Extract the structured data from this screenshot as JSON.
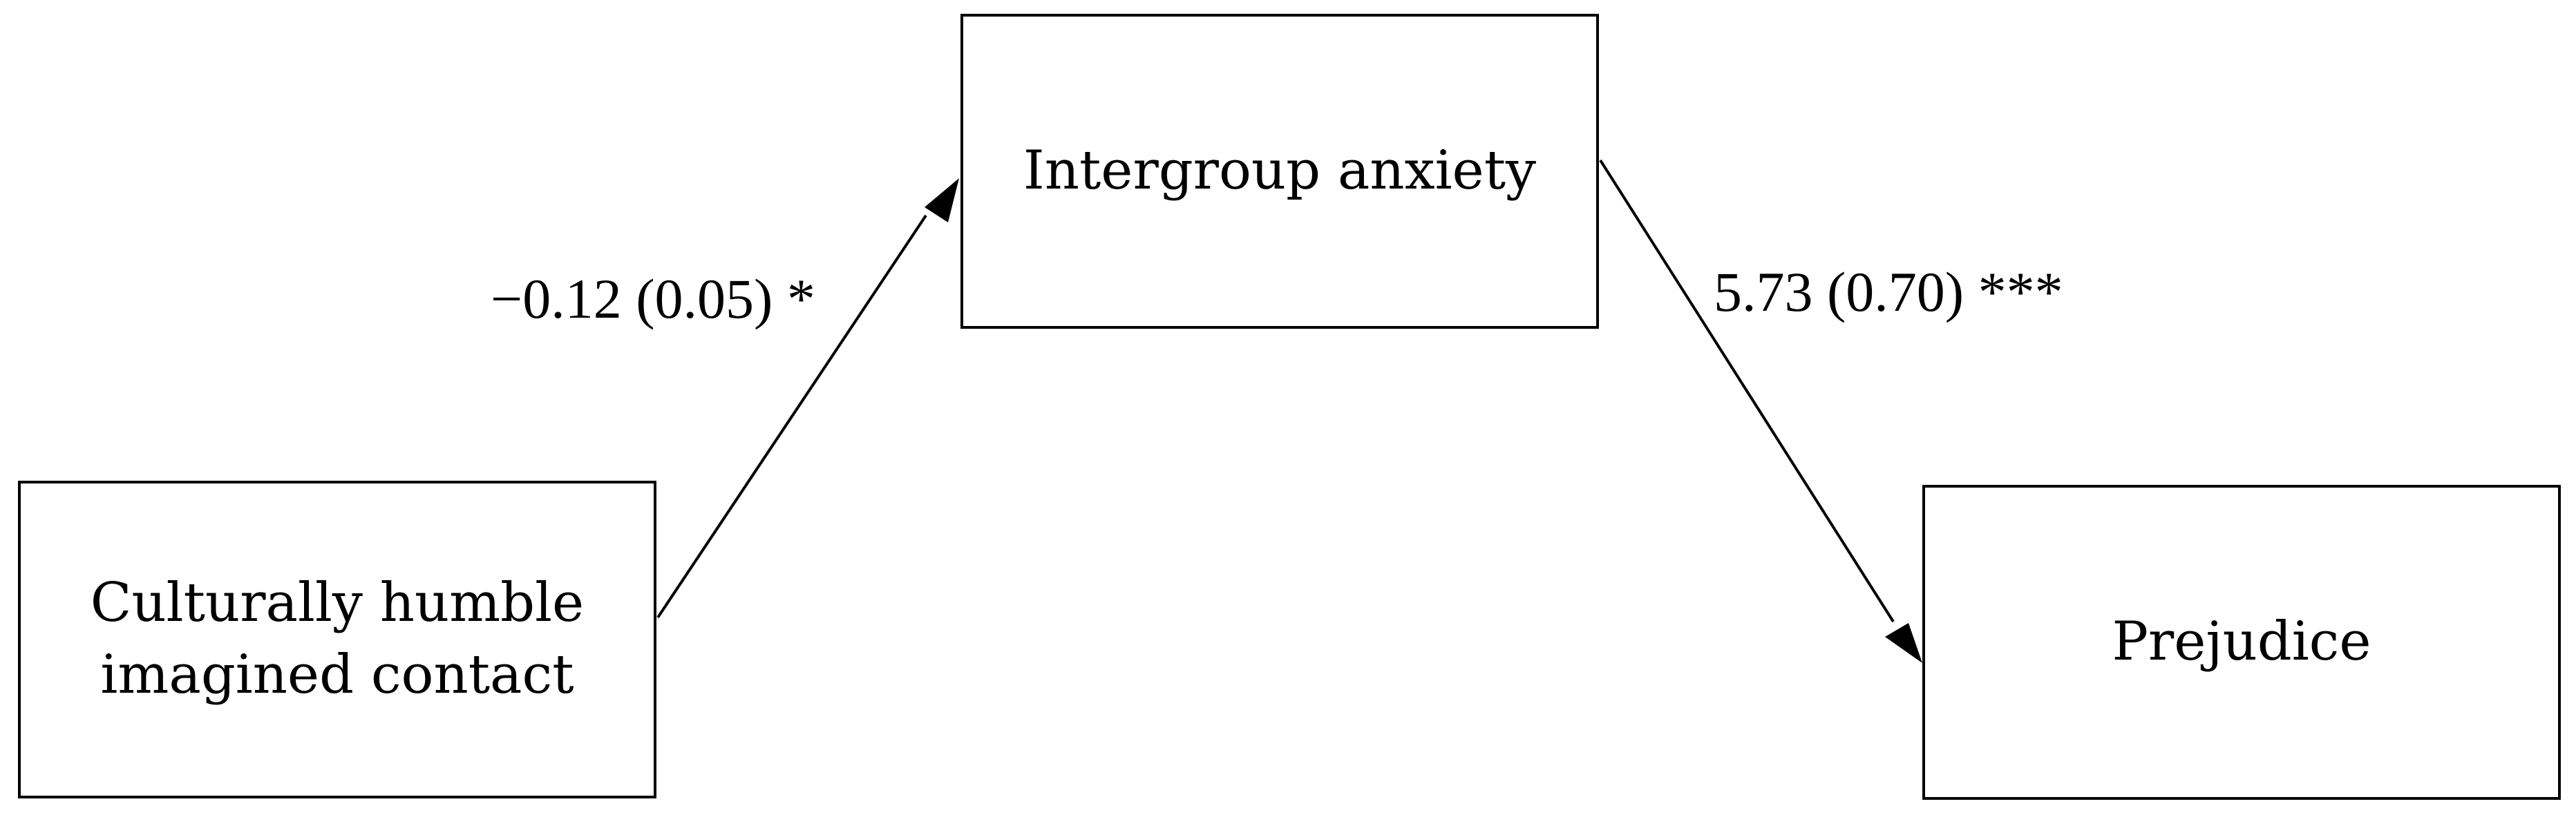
{
  "nodes": {
    "predictor": {
      "label": "Culturally humble\nimagined contact"
    },
    "mediator": {
      "label": "Intergroup anxiety"
    },
    "outcome": {
      "label": "Prejudice"
    }
  },
  "paths": {
    "a": {
      "from": "predictor",
      "to": "mediator",
      "label": "−0.12 (0.05) *"
    },
    "b": {
      "from": "mediator",
      "to": "outcome",
      "label": "5.73 (0.70) ***"
    }
  },
  "colors": {
    "stroke": "#000000",
    "background": "#ffffff"
  }
}
